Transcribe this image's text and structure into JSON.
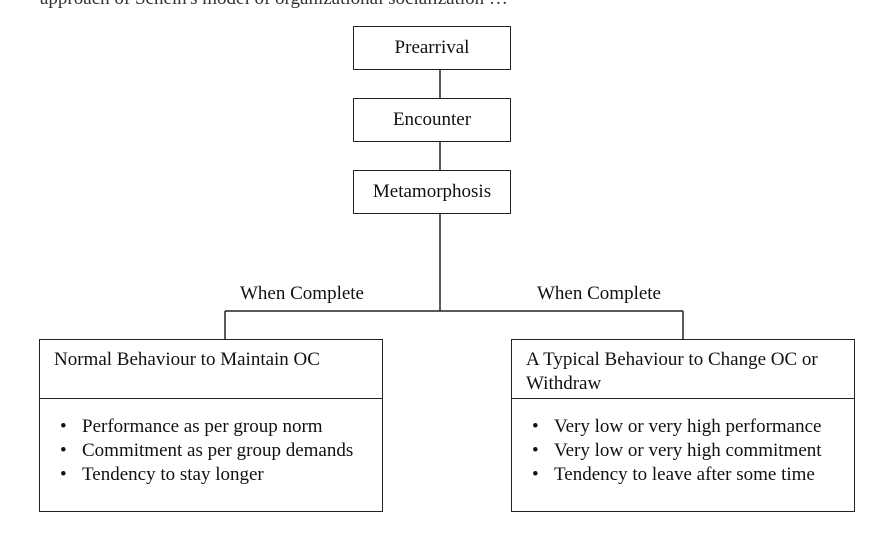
{
  "top_text": "approach of Schein's model of organizational socialization …",
  "stages": [
    {
      "label": "Prearrival"
    },
    {
      "label": "Encounter"
    },
    {
      "label": "Metamorphosis"
    }
  ],
  "branches": {
    "left_label": "When Complete",
    "right_label": "When Complete"
  },
  "outcomes": {
    "left": {
      "title": "Normal Behaviour to Maintain OC",
      "items": [
        "Performance as per group norm",
        "Commitment as per group demands",
        "Tendency to stay longer"
      ]
    },
    "right": {
      "title": "A Typical Behaviour to Change OC or Withdraw",
      "items": [
        "Very low or very high performance",
        "Very low or very high commitment",
        "Tendency to leave after some time"
      ]
    }
  }
}
